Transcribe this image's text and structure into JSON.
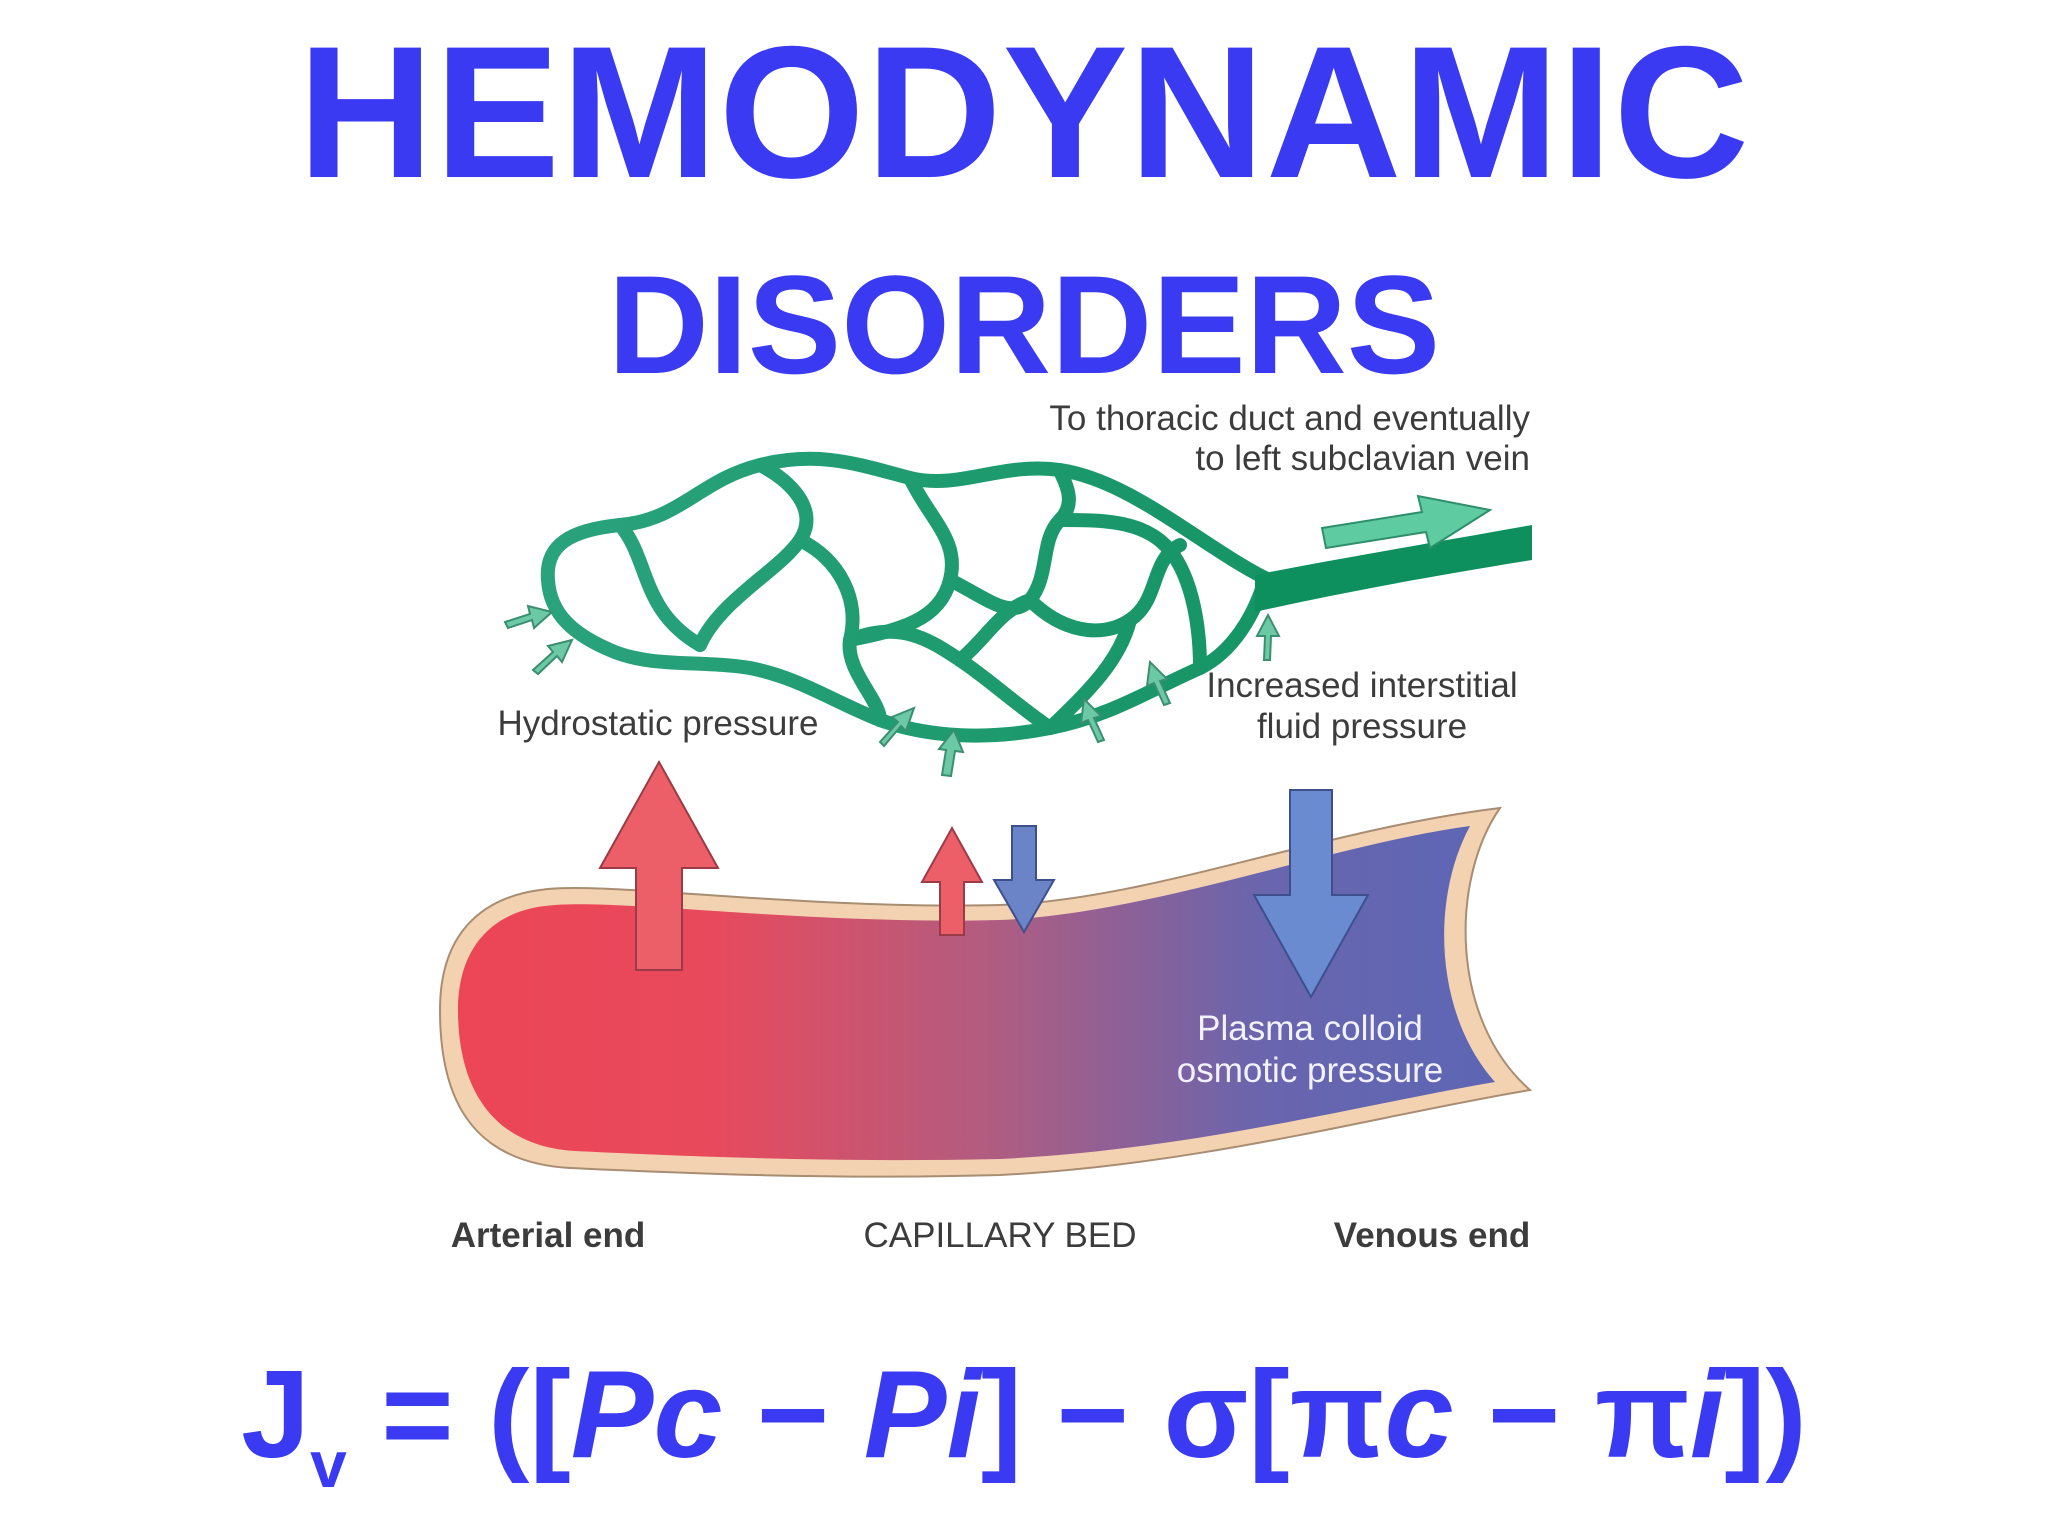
{
  "title": {
    "line1": "HEMODYNAMIC",
    "line2": "DISORDERS"
  },
  "diagram": {
    "lymph_label_line1": "To thoracic duct and eventually",
    "lymph_label_line2": "to left subclavian vein",
    "hydrostatic": "Hydrostatic pressure",
    "interstitial_line1": "Increased interstitial",
    "interstitial_line2": "fluid pressure",
    "plasma_line1": "Plasma colloid",
    "plasma_line2": "osmotic pressure",
    "arterial_end": "Arterial end",
    "capillary_bed": "CAPILLARY BED",
    "venous_end": "Venous end",
    "colors": {
      "lymphatic": "#1f9e74",
      "arterial": "#ec4556",
      "venous": "#5b66b6",
      "wall": "#f3d2b2"
    }
  },
  "formula": {
    "j": "J",
    "sub_v": "v",
    "eq_open": " = ([",
    "pc": "Pc",
    "minus1": " − ",
    "pi": "Pi",
    "bracket_mid": "] − σ[",
    "pi_sym": "π",
    "c": "c",
    "minus2": " − ",
    "pi_sym2": "π",
    "i": "i",
    "close": "])"
  }
}
